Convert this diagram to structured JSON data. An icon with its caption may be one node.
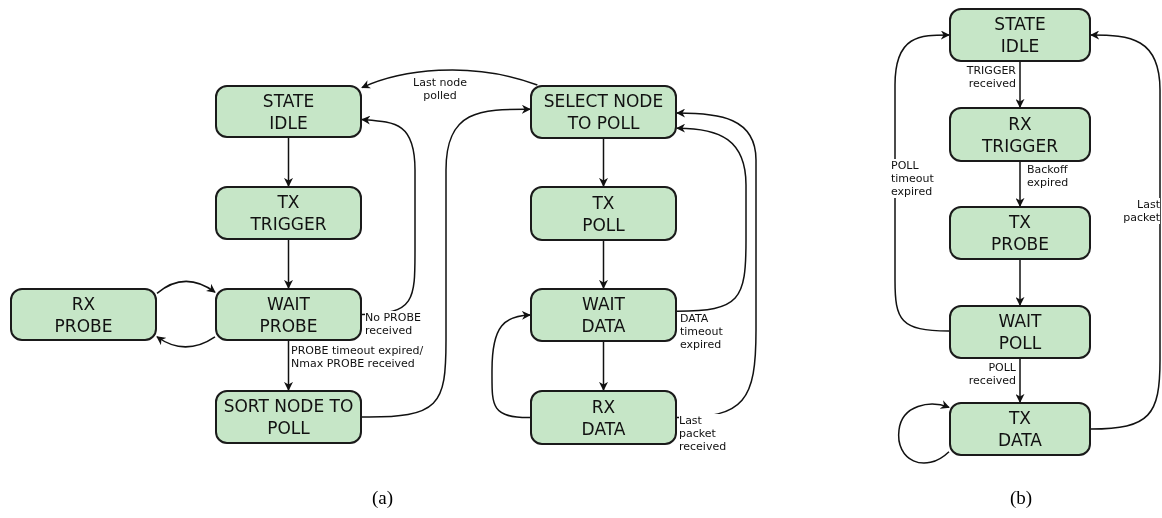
{
  "diagram": {
    "nodes": [
      {
        "text": [
          "STATE IDLE"
        ]
      },
      {
        "text": [
          "TX TRIGGER"
        ]
      },
      {
        "text": [
          "RX PROBE"
        ]
      },
      {
        "text": [
          "WAIT PROBE"
        ]
      },
      {
        "text": [
          "SORT NODE TO POLL"
        ]
      },
      {
        "text": [
          "SELECT NODE TO POLL"
        ]
      },
      {
        "text": [
          "TX POLL"
        ]
      },
      {
        "text": [
          "WAIT DATA"
        ]
      },
      {
        "text": [
          "RX DATA"
        ]
      },
      {
        "text": [
          "STATE IDLE"
        ]
      },
      {
        "text": [
          "RX TRIGGER"
        ]
      },
      {
        "text": [
          "TX PROBE"
        ]
      },
      {
        "text": [
          "WAIT POLL"
        ]
      },
      {
        "text": [
          "TX DATA"
        ]
      }
    ],
    "edges": [
      {
        "from": 0,
        "to": 1,
        "arrow": "to"
      },
      {
        "from": 1,
        "to": 3,
        "arrow": "to"
      },
      {
        "from": 3,
        "to": 0,
        "arrow": "to",
        "label": "No PROBE received"
      },
      {
        "from": 3,
        "to": 2,
        "arrow": "to"
      },
      {
        "from": 2,
        "to": 3,
        "arrow": "to"
      },
      {
        "from": 3,
        "to": 4,
        "arrow": "to",
        "label": "PROBE timeout expired/ Nmax PROBE received"
      },
      {
        "from": 4,
        "to": 5,
        "arrow": "to"
      },
      {
        "from": 5,
        "to": 0,
        "arrow": "to",
        "label": "Last node polled"
      },
      {
        "from": 5,
        "to": 6,
        "arrow": "to"
      },
      {
        "from": 6,
        "to": 7,
        "arrow": "to"
      },
      {
        "from": 7,
        "to": 5,
        "arrow": "to",
        "label": "DATA timeout expired"
      },
      {
        "from": 7,
        "to": 8,
        "arrow": "to"
      },
      {
        "from": 8,
        "to": 7,
        "arrow": "to"
      },
      {
        "from": 8,
        "to": 5,
        "arrow": "to",
        "label": "Last packet received"
      },
      {
        "from": 9,
        "to": 10,
        "arrow": "to",
        "label": "TRIGGER received"
      },
      {
        "from": 10,
        "to": 11,
        "arrow": "to",
        "label": "Backoff expired"
      },
      {
        "from": 11,
        "to": 12,
        "arrow": "to"
      },
      {
        "from": 12,
        "to": 9,
        "arrow": "to",
        "label": "POLL timeout expired"
      },
      {
        "from": 12,
        "to": 13,
        "arrow": "to",
        "label": "POLL received"
      },
      {
        "from": 13,
        "to": 13,
        "arrow": "to"
      },
      {
        "from": 13,
        "to": 9,
        "arrow": "to",
        "label": "Last packet"
      }
    ],
    "labels": [
      "(a)",
      "(b)"
    ]
  }
}
